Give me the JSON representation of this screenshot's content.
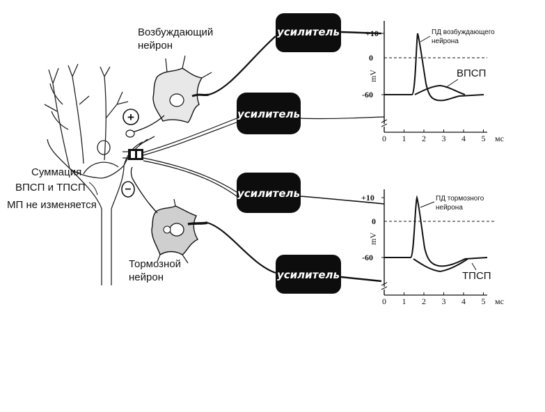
{
  "labels": {
    "excitatory_neuron": [
      "Возбуждающий",
      "нейрон"
    ],
    "inhibitory_neuron": [
      "Тормозной",
      "нейрон"
    ],
    "summation": [
      "Суммация",
      "ВПСП и ТПСП",
      "МП не изменяется"
    ],
    "plus_sign": "+",
    "minus_sign": "−"
  },
  "amplifiers": [
    "усилитель",
    "усилитель",
    "усилитель",
    "усилитель"
  ],
  "graph_top": {
    "annotation": [
      "ПД возбуждающего",
      "нейрона"
    ],
    "psp_label": "ВПСП",
    "y_ticks": [
      "+10",
      "0",
      "-60"
    ],
    "y_unit": "mV",
    "x_ticks": [
      "0",
      "1",
      "2",
      "3",
      "4",
      "5"
    ],
    "x_unit": "мс"
  },
  "graph_bottom": {
    "annotation": [
      "ПД тормозного",
      "нейрона"
    ],
    "psp_label": "ТПСП",
    "y_ticks": [
      "+10",
      "0",
      "-60"
    ],
    "y_unit": "mV",
    "x_ticks": [
      "0",
      "1",
      "2",
      "3",
      "4",
      "5"
    ],
    "x_unit": "мс"
  },
  "colors": {
    "ink": "#111111",
    "amplifier_fill": "#0d0d0d",
    "amplifier_text": "#ffffff"
  }
}
